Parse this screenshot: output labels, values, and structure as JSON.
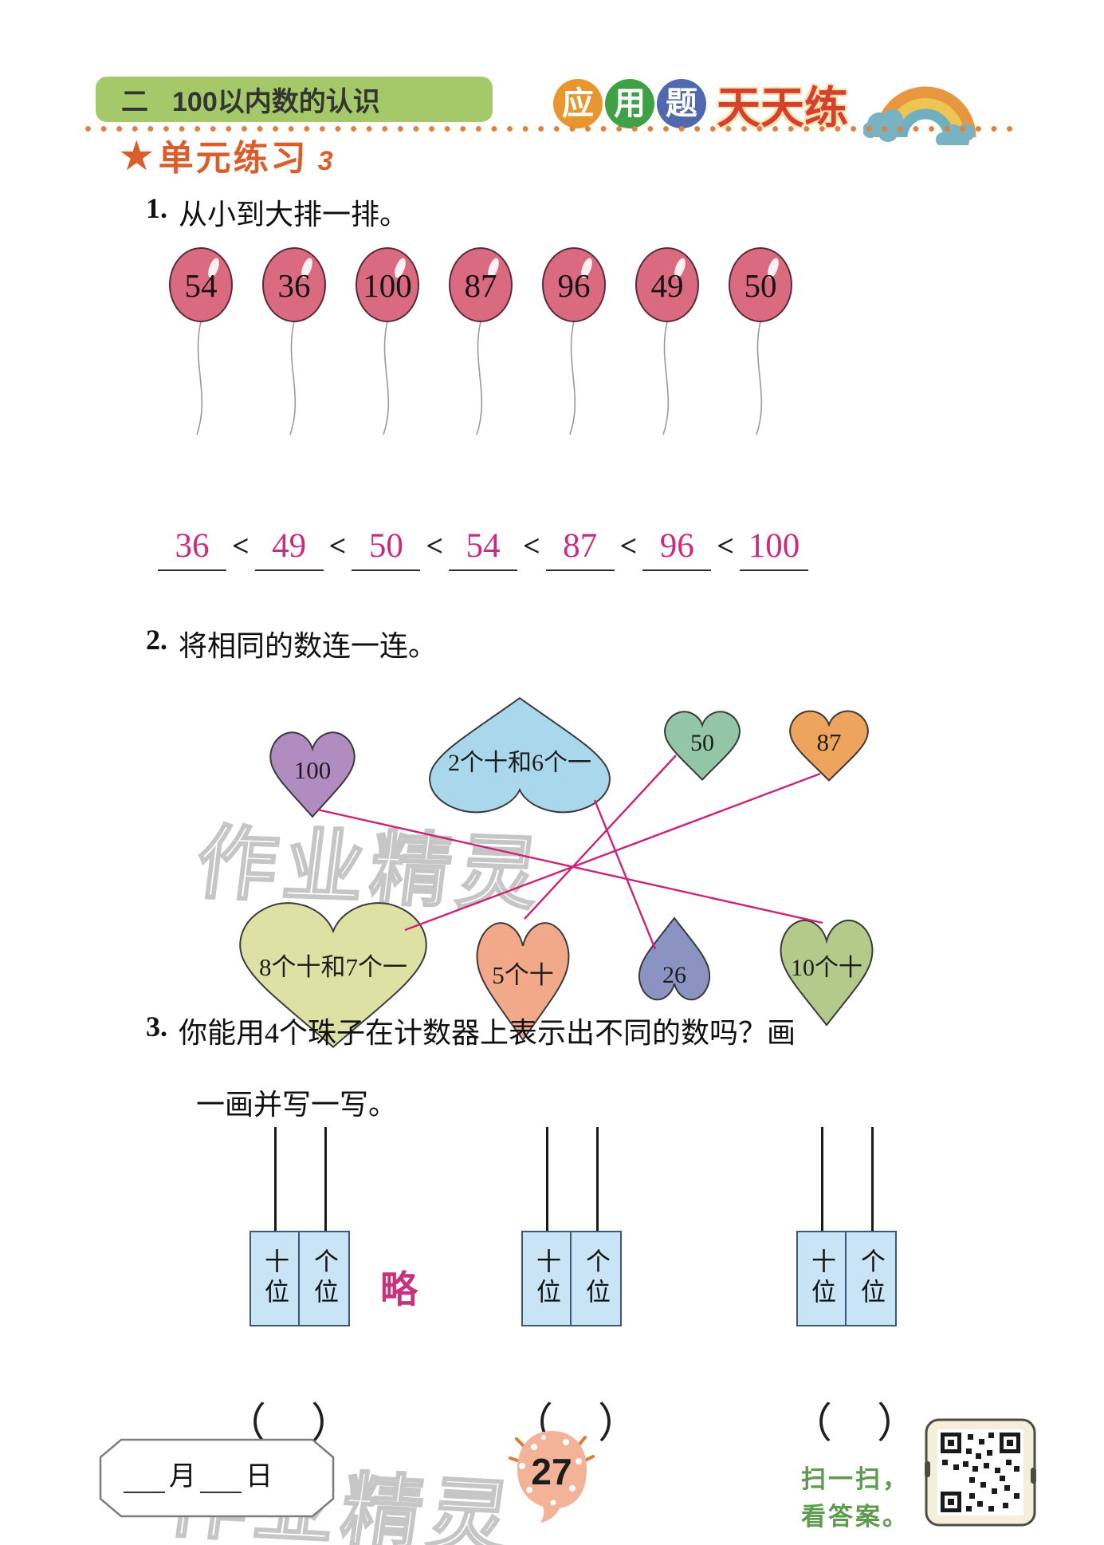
{
  "page": {
    "header": {
      "unit_tag": "二",
      "unit_title": "100以内数的认识",
      "logo_chars": [
        "应",
        "用",
        "题"
      ],
      "logo_suffix": "天天练",
      "colors": {
        "unit_box": "#a5c869",
        "logo_circle_1": "#e8962f",
        "logo_circle_2": "#3fa046",
        "logo_circle_3": "#4f68ae",
        "logo_suffix": "#d6402e",
        "dotted_line": "#e0813f"
      }
    },
    "section": {
      "star": "★",
      "title": "单元练习",
      "number": "3",
      "color": "#d95e2e"
    },
    "q1": {
      "num": "1.",
      "text": "从小到大排一排。",
      "balloons": [
        "54",
        "36",
        "100",
        "87",
        "96",
        "49",
        "50"
      ],
      "balloon_color": "#da6a80",
      "lt": "<",
      "answer": [
        "36",
        "49",
        "50",
        "54",
        "87",
        "96",
        "100"
      ],
      "answer_color": "#cb2b7f"
    },
    "q2": {
      "num": "2.",
      "text": "将相同的数连一连。",
      "hearts_top": [
        {
          "label": "100",
          "color": "#b18cc1"
        },
        {
          "label": "2个十和6个一",
          "color": "#a9d7eb"
        },
        {
          "label": "50",
          "color": "#93c6a6"
        },
        {
          "label": "87",
          "color": "#efa45d"
        }
      ],
      "hearts_bottom": [
        {
          "label": "8个十和7个一",
          "color": "#dde1a4"
        },
        {
          "label": "5个十",
          "color": "#f2a98a"
        },
        {
          "label": "26",
          "color": "#8a93c2"
        },
        {
          "label": "10个十",
          "color": "#b3ca8b"
        }
      ],
      "line_color": "#cc2277"
    },
    "q3": {
      "num": "3.",
      "text_line1": "你能用4个珠子在计数器上表示出不同的数吗？画",
      "text_line2": "一画并写一写。",
      "tens_label": "十位",
      "ones_label": "个位",
      "counter_fill": "#c9e5f5",
      "note": "略",
      "paren_open": "（",
      "paren_close": "）"
    },
    "footer": {
      "month_label": "月",
      "day_label": "日",
      "page_number": "27",
      "scan_line1": "扫一扫，",
      "scan_line2": "看答案。"
    },
    "watermark": "作业精灵"
  }
}
